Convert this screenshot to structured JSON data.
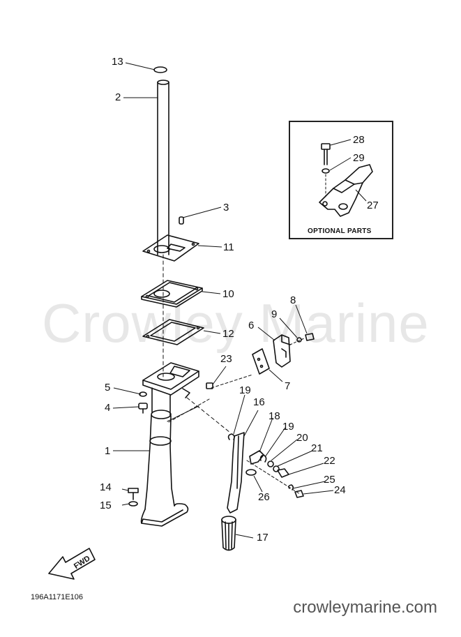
{
  "watermark": "Crowley Marine",
  "footer_url": "crowleymarine.com",
  "diagram_code": "196A1171E106",
  "optional_box": {
    "caption": "OPTIONAL PARTS"
  },
  "fwd_arrow": {
    "label": "FWD"
  },
  "part_numbers": {
    "p1": "1",
    "p2": "2",
    "p3": "3",
    "p4": "4",
    "p5": "5",
    "p6": "6",
    "p7": "7",
    "p8": "8",
    "p9": "9",
    "p10": "10",
    "p11": "11",
    "p12": "12",
    "p13": "13",
    "p14": "14",
    "p15": "15",
    "p16": "16",
    "p17": "17",
    "p18": "18",
    "p19a": "19",
    "p19b": "19",
    "p20": "20",
    "p21": "21",
    "p22": "22",
    "p23": "23",
    "p24": "24",
    "p25": "25",
    "p26": "26",
    "p27": "27",
    "p28": "28",
    "p29": "29"
  }
}
